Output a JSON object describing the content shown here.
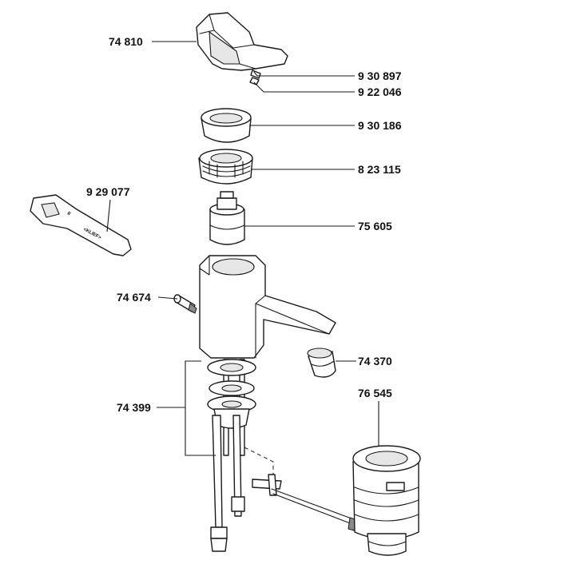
{
  "parts": [
    {
      "id": "handle",
      "number": "74 810"
    },
    {
      "id": "screw-a",
      "number": "9 30 897"
    },
    {
      "id": "screw-b",
      "number": "9 22 046"
    },
    {
      "id": "cover-ring",
      "number": "9 30 186"
    },
    {
      "id": "threaded-nut",
      "number": "8 23 115"
    },
    {
      "id": "key-tool",
      "number": "9 29 077"
    },
    {
      "id": "cartridge",
      "number": "75 605"
    },
    {
      "id": "lift-rod-knob",
      "number": "74 674"
    },
    {
      "id": "aerator",
      "number": "74 370"
    },
    {
      "id": "waste-valve",
      "number": "76 545"
    },
    {
      "id": "mounting-set",
      "number": "74 399"
    }
  ],
  "tool_marking": "<KLIEF>"
}
